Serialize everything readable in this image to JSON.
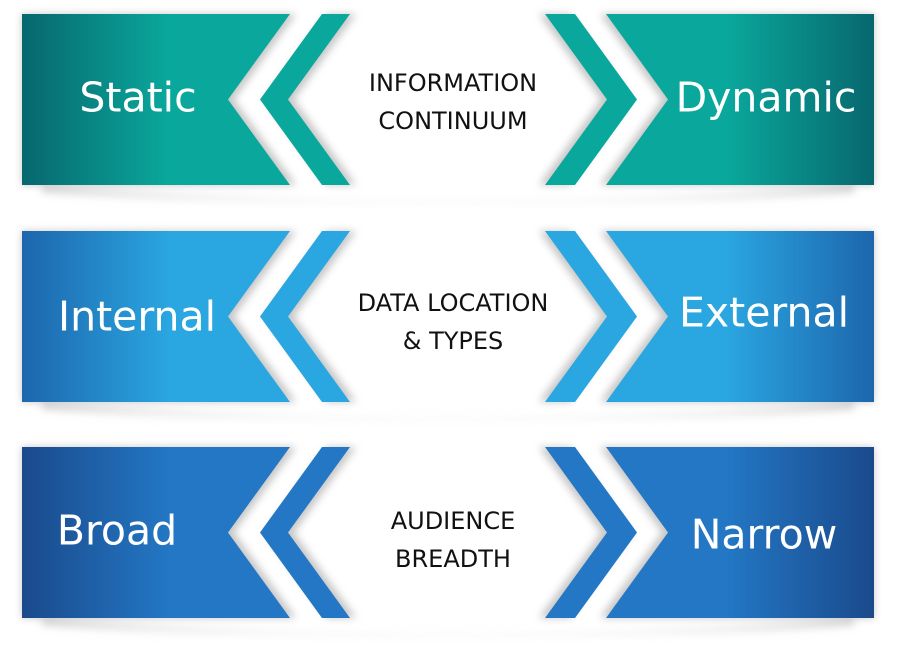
{
  "title": "Information spectrum dimensions",
  "banners": [
    {
      "left_label": "Static",
      "center_lines": [
        "INFORMATION",
        "CONTINUUM"
      ],
      "right_label": "Dynamic",
      "colors": {
        "main": "#0aa89c",
        "edge": "#07676f",
        "stripe": "#0aa89c"
      }
    },
    {
      "left_label": "Internal",
      "center_lines": [
        "DATA LOCATION",
        "& TYPES"
      ],
      "right_label": "External",
      "colors": {
        "main": "#2aa6e0",
        "edge": "#1d66ad",
        "stripe": "#2aa6e0"
      }
    },
    {
      "left_label": "Broad",
      "center_lines": [
        "AUDIENCE",
        "BREADTH"
      ],
      "right_label": "Narrow",
      "colors": {
        "main": "#2377c4",
        "edge": "#1a4a8c",
        "stripe": "#2377c4"
      }
    }
  ]
}
